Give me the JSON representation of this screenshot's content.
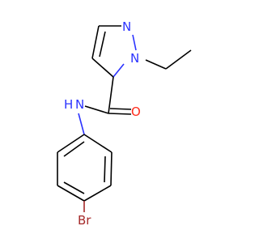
{
  "molecule": {
    "atoms": {
      "n_pyrazole": {
        "label": "N",
        "color": "#2b33ff"
      },
      "n1_pyrazole": {
        "label": "N",
        "color": "#2b33ff"
      },
      "n_amide": {
        "label": "H",
        "sub": "N",
        "color": "#2b33ff"
      },
      "o_carbonyl": {
        "label": "O",
        "color": "#ff2a1a"
      },
      "br": {
        "label": "Br",
        "color": "#a52a2a"
      }
    },
    "bond_color": "#000000"
  }
}
